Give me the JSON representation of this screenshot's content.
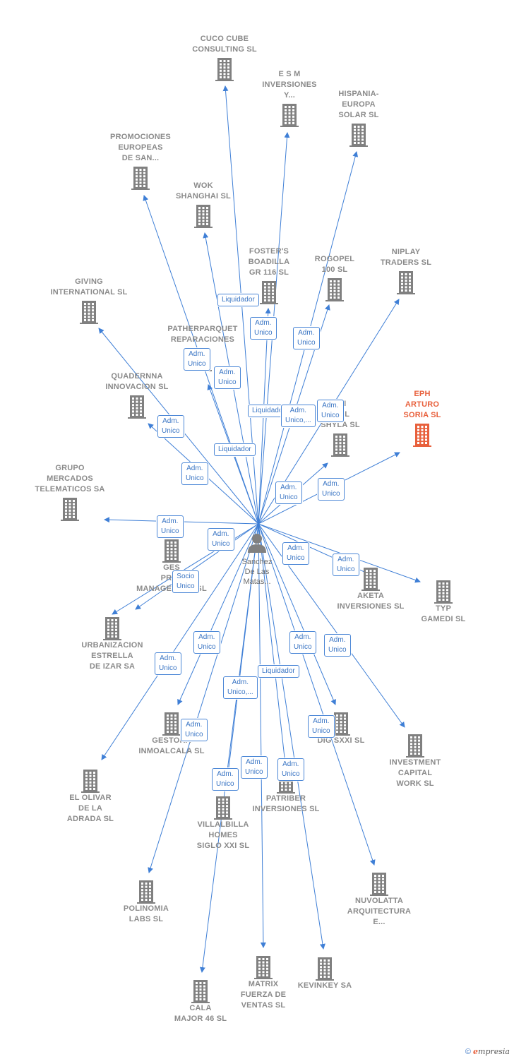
{
  "center": {
    "label": [
      "Sanchez",
      "De Las",
      "Matas..."
    ]
  },
  "companies": [
    {
      "id": "cuco",
      "label": [
        "CUCO CUBE",
        "CONSULTING SL"
      ]
    },
    {
      "id": "esm",
      "label": [
        "E S M",
        "INVERSIONES",
        "Y..."
      ]
    },
    {
      "id": "hispania",
      "label": [
        "HISPANIA-",
        "EUROPA",
        "SOLAR SL"
      ]
    },
    {
      "id": "promociones",
      "label": [
        "PROMOCIONES",
        "EUROPEAS",
        "DE SAN..."
      ]
    },
    {
      "id": "wok",
      "label": [
        "WOK",
        "SHANGHAI SL"
      ]
    },
    {
      "id": "fosters",
      "label": [
        "FOSTER'S",
        "BOADILLA",
        "GR 116 SL"
      ]
    },
    {
      "id": "rogopel",
      "label": [
        "ROGOPEL",
        "100 SL"
      ]
    },
    {
      "id": "niplay",
      "label": [
        "NIPLAY",
        "TRADERS SL"
      ]
    },
    {
      "id": "giving",
      "label": [
        "GIVING",
        "INTERNATIONAL SL"
      ]
    },
    {
      "id": "patherparquet",
      "label": [
        "PATHERPARQUET",
        "REPARACIONES"
      ]
    },
    {
      "id": "quadernna",
      "label": [
        "QUADERNNA",
        "INNOVACION SL"
      ]
    },
    {
      "id": "shyla",
      "label": [
        "ON",
        "RIAL",
        "SHYLA SL"
      ]
    },
    {
      "id": "eph",
      "label": [
        "EPH",
        "ARTURO",
        "SORIA SL"
      ],
      "highlight": true
    },
    {
      "id": "grupo",
      "label": [
        "GRUPO",
        "MERCADOS",
        "TELEMATICOS SA"
      ]
    },
    {
      "id": "gestproj",
      "label": [
        "GES",
        "PROJ",
        "MANAGEMENT SL"
      ]
    },
    {
      "id": "aketa",
      "label": [
        "AKETA",
        "INVERSIONES SL"
      ]
    },
    {
      "id": "typ",
      "label": [
        "TYP",
        "GAMEDI SL"
      ]
    },
    {
      "id": "urbanizacion",
      "label": [
        "URBANIZACION",
        "ESTRELLA",
        "DE IZAR SA"
      ]
    },
    {
      "id": "gestora",
      "label": [
        "GESTORA",
        "INMOALCALA SL"
      ]
    },
    {
      "id": "dig",
      "label": [
        "DIG SXXI SL"
      ]
    },
    {
      "id": "investment",
      "label": [
        "INVESTMENT",
        "CAPITAL",
        "WORK SL"
      ]
    },
    {
      "id": "olivar",
      "label": [
        "EL OLIVAR",
        "DE LA",
        "ADRADA SL"
      ]
    },
    {
      "id": "patriber",
      "label": [
        "PATRIBER",
        "INVERSIONES SL"
      ]
    },
    {
      "id": "villalbilla",
      "label": [
        "VILLALBILLA",
        "HOMES",
        "SIGLO XXI SL"
      ]
    },
    {
      "id": "nuvolatta",
      "label": [
        "NUVOLATTA",
        "ARQUITECTURA",
        "E..."
      ]
    },
    {
      "id": "polinomia",
      "label": [
        "POLINOMIA",
        "LABS SL"
      ]
    },
    {
      "id": "matrix",
      "label": [
        "MATRIX",
        "FUERZA DE",
        "VENTAS SL"
      ]
    },
    {
      "id": "kevinkey",
      "label": [
        "KEVINKEY SA"
      ]
    },
    {
      "id": "cala",
      "label": [
        "CALA",
        "MAJOR 46 SL"
      ]
    }
  ],
  "relations": [
    {
      "target": "cuco",
      "role": ""
    },
    {
      "target": "esm",
      "role": ""
    },
    {
      "target": "hispania",
      "role": ""
    },
    {
      "target": "promociones",
      "role": ""
    },
    {
      "target": "wok",
      "role": ""
    },
    {
      "target": "fosters",
      "role": "Liquidador"
    },
    {
      "target": "rogopel",
      "role": "Adm. Unico"
    },
    {
      "target": "niplay",
      "role": ""
    },
    {
      "target": "giving",
      "role": "Adm. Unico"
    },
    {
      "target": "patherparquet",
      "role": "Adm. Unico"
    },
    {
      "target": "quadernna",
      "role": "Adm. Unico"
    },
    {
      "target": "shyla",
      "role": "Liquidador"
    },
    {
      "target": "eph",
      "role": "Adm. Unico,..."
    },
    {
      "target": "grupo",
      "role": "Adm. Unico"
    },
    {
      "target": "gestproj",
      "role": "Adm. Unico"
    },
    {
      "target": "aketa",
      "role": "Liquidador"
    },
    {
      "target": "typ",
      "role": "Adm. Unico"
    },
    {
      "target": "urbanizacion",
      "role": "Adm. Unico"
    },
    {
      "target": "gestora",
      "role": "Adm. Unico"
    },
    {
      "target": "dig",
      "role": "Adm. Unico"
    },
    {
      "target": "investment",
      "role": "Adm. Unico"
    },
    {
      "target": "olivar",
      "role": "Adm. Unico"
    },
    {
      "target": "patriber",
      "role": "Adm. Unico"
    },
    {
      "target": "villalbilla",
      "role": "Socio Unico"
    },
    {
      "target": "nuvolatta",
      "role": "Adm. Unico"
    },
    {
      "target": "polinomia",
      "role": "Adm. Unico"
    },
    {
      "target": "matrix",
      "role": "Adm. Unico,..."
    },
    {
      "target": "kevinkey",
      "role": ""
    },
    {
      "target": "cala",
      "role": ""
    }
  ],
  "extra_tags": [
    "Liquidador",
    "Adm. Unico",
    "Adm. Unico",
    "Adm. Unico",
    "Adm. Unico",
    "Adm. Unico",
    "Adm. Unico",
    "Adm. Unico",
    "Adm. Unico",
    "Adm. Unico"
  ],
  "footer": {
    "copyright": "©",
    "brand_e": "e",
    "brand_rest": "mpresia"
  },
  "colors": {
    "edge": "#3f7fd6",
    "icon": "#808080",
    "highlight": "#e8603c"
  }
}
